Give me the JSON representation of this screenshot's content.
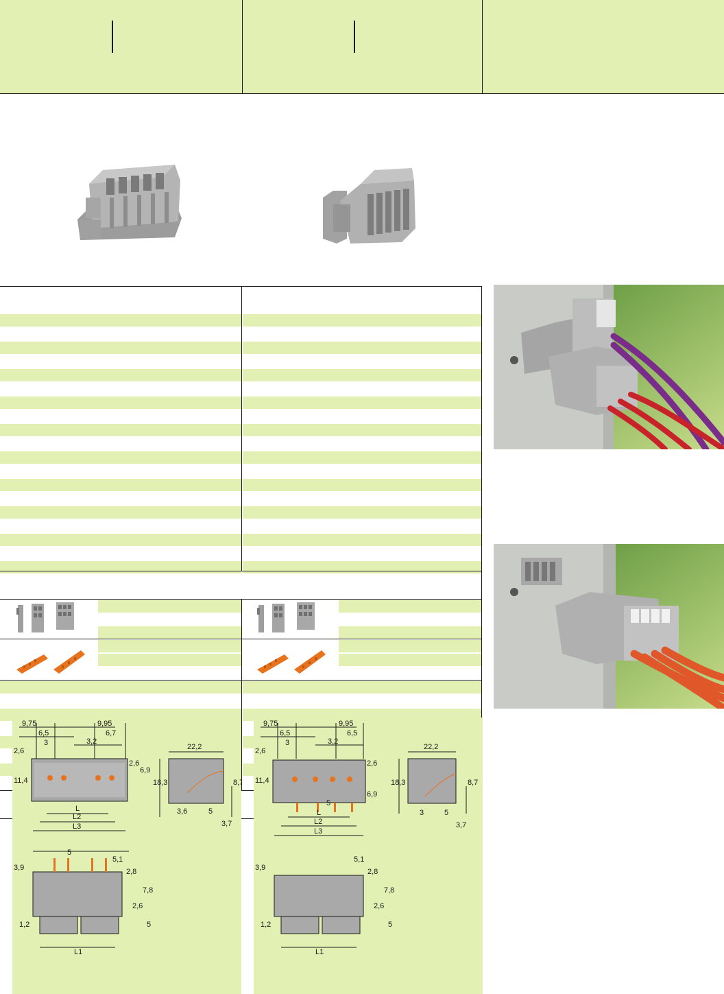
{
  "header": {
    "cells": [
      "",
      "",
      ""
    ]
  },
  "table": {
    "column_headers": [
      "",
      ""
    ],
    "section_title": "",
    "footer_note": ""
  },
  "drawings": {
    "left": {
      "top_dims": [
        "9,75",
        "6,5",
        "3",
        "9,95",
        "3,2",
        "6,7"
      ],
      "side_dims": [
        "2,6",
        "11,4",
        "2,6",
        "6,9",
        "18,3",
        "8,7",
        "22,2",
        "3,6",
        "5",
        "3,7"
      ],
      "length_labels": [
        "L",
        "L2",
        "L3"
      ],
      "bottom_dims": [
        "5",
        "5,1",
        "2,8",
        "3,9",
        "7,8",
        "2,6",
        "1,2",
        "5",
        "L1"
      ]
    },
    "right": {
      "top_dims": [
        "9,75",
        "6,5",
        "3",
        "9,95",
        "3,2",
        "6,5"
      ],
      "side_dims": [
        "2,6",
        "11,4",
        "2,6",
        "6,9",
        "18,3",
        "8,7",
        "22,2",
        "3",
        "5",
        "3,7"
      ],
      "length_labels": [
        "L",
        "L2",
        "L3",
        "5"
      ],
      "bottom_dims": [
        "5,1",
        "2,8",
        "3,9",
        "7,8",
        "2,6",
        "1,2",
        "5",
        "L1"
      ]
    }
  },
  "colors": {
    "table_green": "#e3f0b4",
    "rule": "#1a1a1a",
    "housing_grey": "#a8a8a8",
    "marker_orange": "#e8731f",
    "photo_backdrop_green": "#5e8f3a",
    "wall_grey": "#c9cbc7"
  }
}
